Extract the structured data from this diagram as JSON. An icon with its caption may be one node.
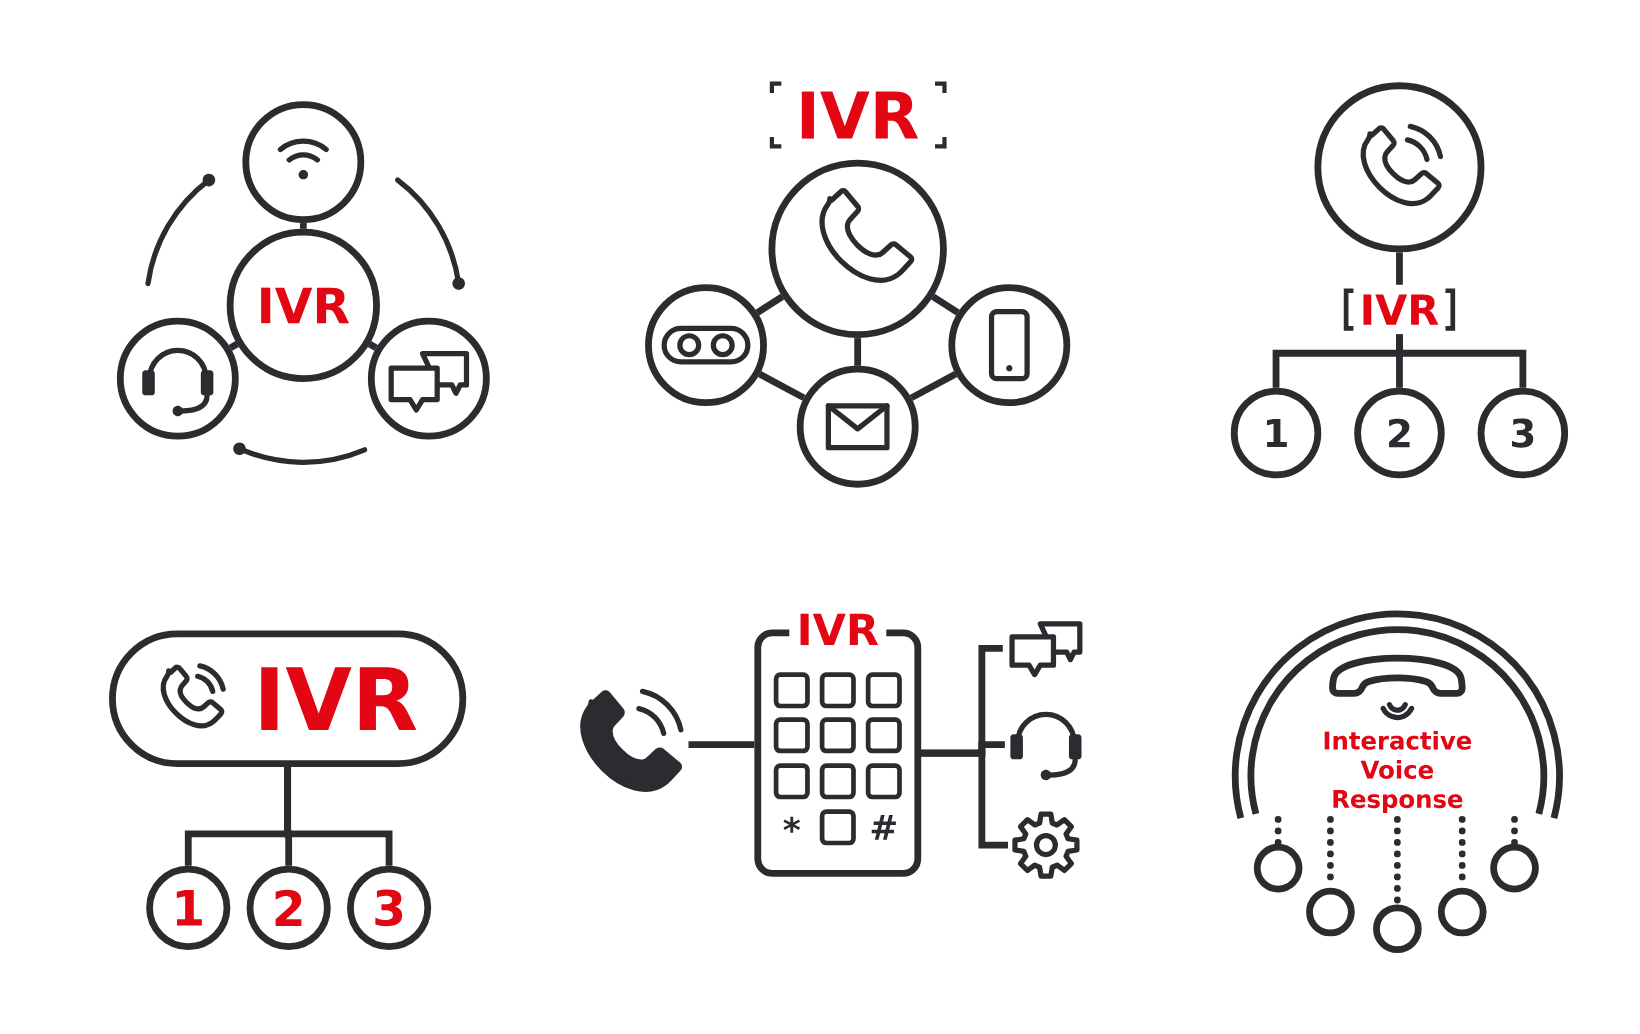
{
  "diagram": {
    "nodes": [
      {
        "text": [
          "IVR"
        ]
      },
      {
        "text": [],
        "shape": "circle"
      },
      {
        "text": [],
        "shape": "circle"
      },
      {
        "text": [],
        "shape": "circle"
      },
      {
        "text": [],
        "shape": "circle"
      },
      {
        "text": [],
        "shape": "circle"
      },
      {
        "text": [],
        "shape": "circle"
      },
      {
        "text": [],
        "shape": "circle"
      },
      {
        "text": [],
        "shape": "circle"
      },
      {
        "text": [
          "IVR"
        ]
      },
      {
        "text": [
          "1"
        ]
      },
      {
        "text": [
          "2"
        ]
      },
      {
        "text": [
          "3"
        ]
      },
      {
        "text": [
          "IVR"
        ]
      },
      {
        "text": [
          "1"
        ]
      },
      {
        "text": [
          "2"
        ]
      },
      {
        "text": [
          "3"
        ]
      },
      {
        "text": [],
        "shape": "picture"
      },
      {
        "text": [
          "IVR"
        ]
      },
      {
        "text": [],
        "shape": "picture"
      },
      {
        "text": [],
        "shape": "picture"
      },
      {
        "text": [],
        "shape": "picture"
      },
      {
        "text": [
          "Interactive Voice Response"
        ]
      },
      {
        "text": [],
        "shape": "circle"
      },
      {
        "text": [],
        "shape": "circle"
      },
      {
        "text": [],
        "shape": "circle"
      },
      {
        "text": [],
        "shape": "circle"
      },
      {
        "text": [],
        "shape": "circle"
      }
    ],
    "edges": [
      {
        "from": 0,
        "to": 1,
        "arrow": "none"
      },
      {
        "from": 0,
        "to": 2,
        "arrow": "none"
      },
      {
        "from": 0,
        "to": 3,
        "arrow": "none"
      },
      {
        "from": 4,
        "to": 5,
        "arrow": "none"
      },
      {
        "from": 4,
        "to": 6,
        "arrow": "none"
      },
      {
        "from": 4,
        "to": 7,
        "arrow": "none"
      },
      {
        "from": 5,
        "to": 6,
        "arrow": "none"
      },
      {
        "from": 6,
        "to": 7,
        "arrow": "none"
      },
      {
        "from": 8,
        "to": 9,
        "arrow": "none"
      },
      {
        "from": 9,
        "to": 10,
        "arrow": "none"
      },
      {
        "from": 9,
        "to": 11,
        "arrow": "none"
      },
      {
        "from": 9,
        "to": 12,
        "arrow": "none"
      },
      {
        "from": 13,
        "to": 14,
        "arrow": "none"
      },
      {
        "from": 13,
        "to": 15,
        "arrow": "none"
      },
      {
        "from": 13,
        "to": 16,
        "arrow": "none"
      },
      {
        "from": 17,
        "to": 18,
        "arrow": "none"
      },
      {
        "from": 18,
        "to": 19,
        "arrow": "none"
      },
      {
        "from": 18,
        "to": 20,
        "arrow": "none"
      },
      {
        "from": 18,
        "to": 21,
        "arrow": "none"
      },
      {
        "from": 22,
        "to": 23,
        "arrow": "none",
        "style": "dashed"
      },
      {
        "from": 22,
        "to": 24,
        "arrow": "none",
        "style": "dashed"
      },
      {
        "from": 22,
        "to": 25,
        "arrow": "none",
        "style": "dashed"
      },
      {
        "from": 22,
        "to": 26,
        "arrow": "none",
        "style": "dashed"
      },
      {
        "from": 22,
        "to": 27,
        "arrow": "none",
        "style": "dashed"
      }
    ],
    "labels": [
      "IVR",
      "*",
      "#"
    ]
  }
}
